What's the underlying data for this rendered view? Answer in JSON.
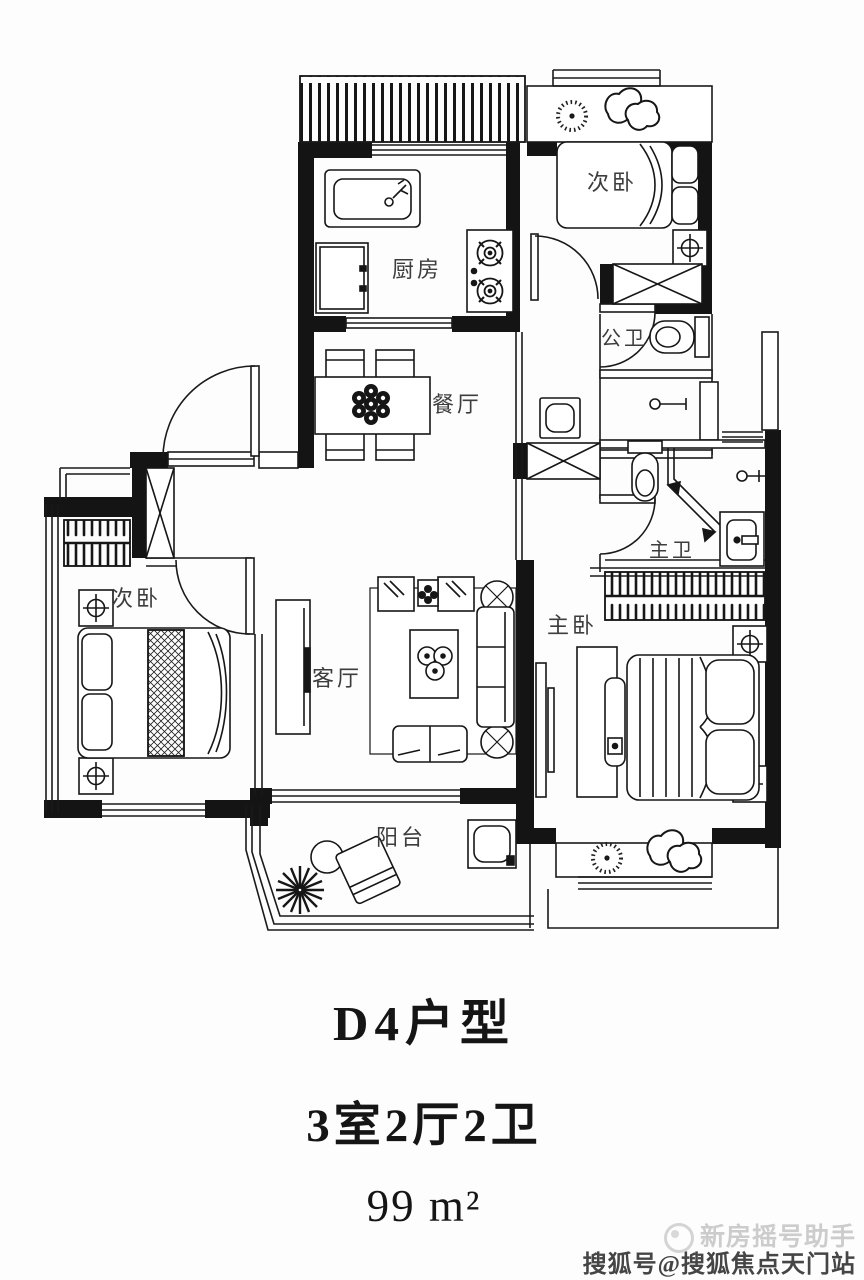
{
  "floorplan": {
    "rooms": {
      "kitchen": "厨房",
      "bedroom_top": "次卧",
      "bath_public": "公卫",
      "bath_master": "主卫",
      "dining": "餐厅",
      "bedroom_left": "次卧",
      "living": "客厅",
      "bedroom_master": "主卧",
      "balcony": "阳台"
    }
  },
  "title": {
    "unit": "D4户型",
    "layout": "3室2厅2卫",
    "area": "99 m²"
  },
  "watermark": {
    "line1": "新房摇号助手",
    "line2": "搜狐号@搜狐焦点天门站"
  },
  "colors": {
    "wall": "#141414",
    "line": "#1a1a1a",
    "label": "#3d3d3d",
    "watermark_light": "#cccccc",
    "watermark_dark": "#454545"
  }
}
